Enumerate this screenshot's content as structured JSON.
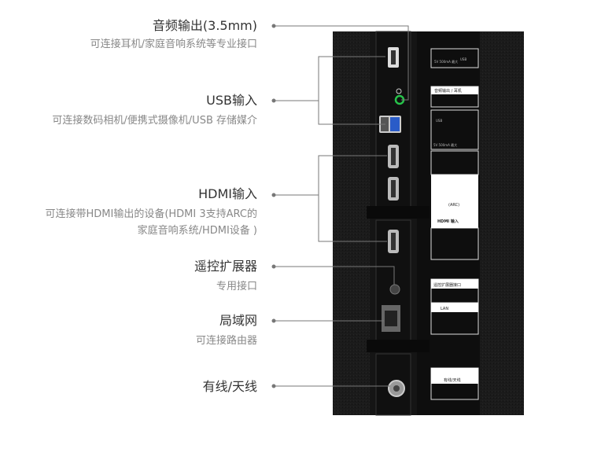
{
  "callouts": [
    {
      "title": "音频输出(3.5mm)",
      "subtitle": "可连接耳机/家庭音响系统等专业接口"
    },
    {
      "title": "USB输入",
      "subtitle": "可连接数码相机/便携式摄像机/USB 存储媒介"
    },
    {
      "title": "HDMI输入",
      "subtitle": "可连接带HDMI输出的设备(HDMI 3支持ARC的家庭音响系统/HDMI设备 )"
    },
    {
      "title": "遥控扩展器",
      "subtitle": "专用接口"
    },
    {
      "title": "局域网",
      "subtitle": "可连接路由器"
    },
    {
      "title": "有线/天线",
      "subtitle": ""
    }
  ],
  "panel_labels": {
    "usb1": "USB",
    "usb1_rating": "5V 500mA 最大",
    "audio": "音频输出 / 耳机",
    "usb23": "USB",
    "usb23_rating": "5V 500mA 最大",
    "arc": "(ARC)",
    "hdmi": "HDMI 输入",
    "remote": "遥控扩展器接口",
    "lan": "LAN",
    "antenna": "有线/天线"
  },
  "colors": {
    "line": "#777777",
    "panel": "#1c1c1c",
    "usb3_port": "#2a5cc8",
    "audio_jack": "#27c24a"
  }
}
